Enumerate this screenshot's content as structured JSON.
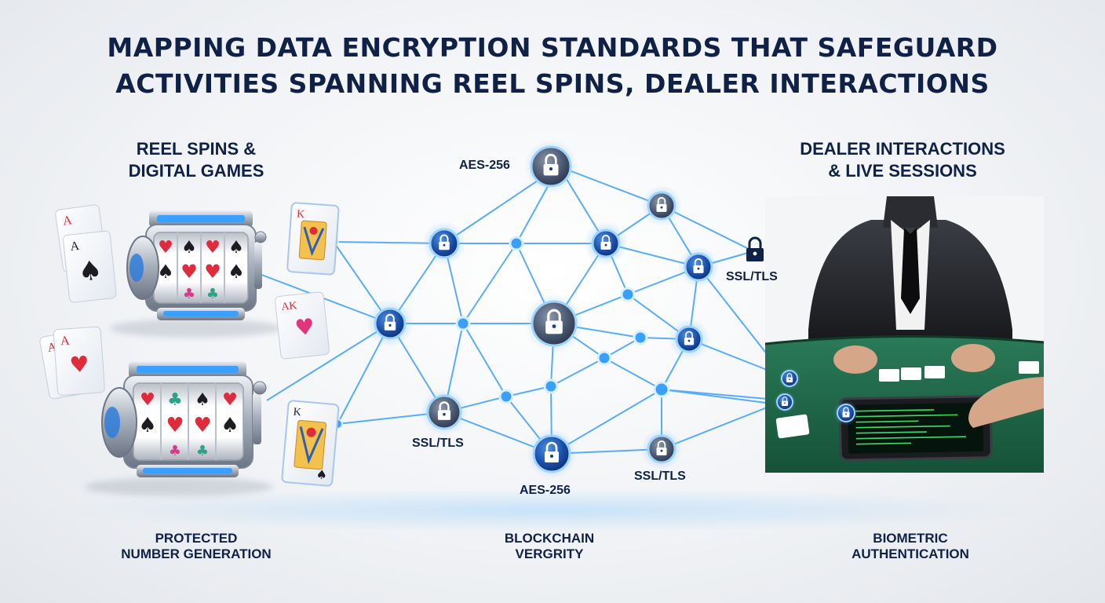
{
  "title": {
    "line1": "MAPPING DATA ENCRYPTION STANDARDS THAT SAFEGUARD",
    "line2": "ACTIVITIES SPANNING REEL SPINS, DEALER INTERACTIONS"
  },
  "left_section": {
    "heading_line1": "REEL SPINS &",
    "heading_line2": "DIGITAL GAMES",
    "caption_line1": "PROTECTED",
    "caption_line2": "NUMBER GENERATION"
  },
  "right_section": {
    "heading_line1": "DEALER INTERACTIONS",
    "heading_line2": "& LIVE SESSIONS",
    "caption_line1": "BIOMETRIC",
    "caption_line2": "AUTHENTICATION"
  },
  "network": {
    "caption_line1": "BLOCKCHAIN",
    "caption_line2": "VERGRITY",
    "labels": {
      "aes_top": "AES-256",
      "ssl_right": "SSL/TLS",
      "ssl_bottom_left": "SSL/TLS",
      "aes_bottom": "AES-256",
      "ssl_bottom_right": "SSL/TLS"
    }
  },
  "cards": {
    "ace": "A",
    "king": "K"
  },
  "colors": {
    "navy": "#0f2147",
    "network_blue": "#3aa0ff",
    "lock_dark": "#14398a",
    "felt_green": "#1f6e4e",
    "chrome": "#c9ced6"
  },
  "icons": [
    "lock-icon",
    "slot-machine-icon",
    "playing-card-icon",
    "dealer-figure",
    "tablet-icon"
  ]
}
